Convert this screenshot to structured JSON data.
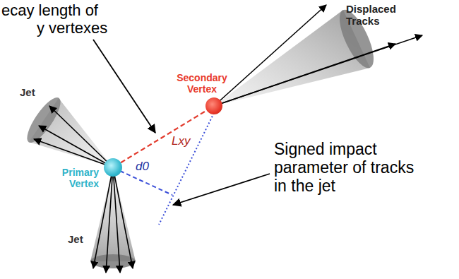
{
  "diagram": {
    "nodes": [
      {
        "text": [
          "Primary Vertex"
        ]
      },
      {
        "text": [
          "Secondary Vertex"
        ]
      }
    ],
    "edges": [
      {
        "from": 0,
        "to": 1,
        "arrow": "none",
        "label": "Lxy"
      }
    ],
    "labels": [
      "ecay length of",
      "y vertexes",
      "Jet",
      "Jet",
      "Displaced Tracks",
      "d0",
      "Signed impact parameter of tracks in the jet"
    ]
  }
}
